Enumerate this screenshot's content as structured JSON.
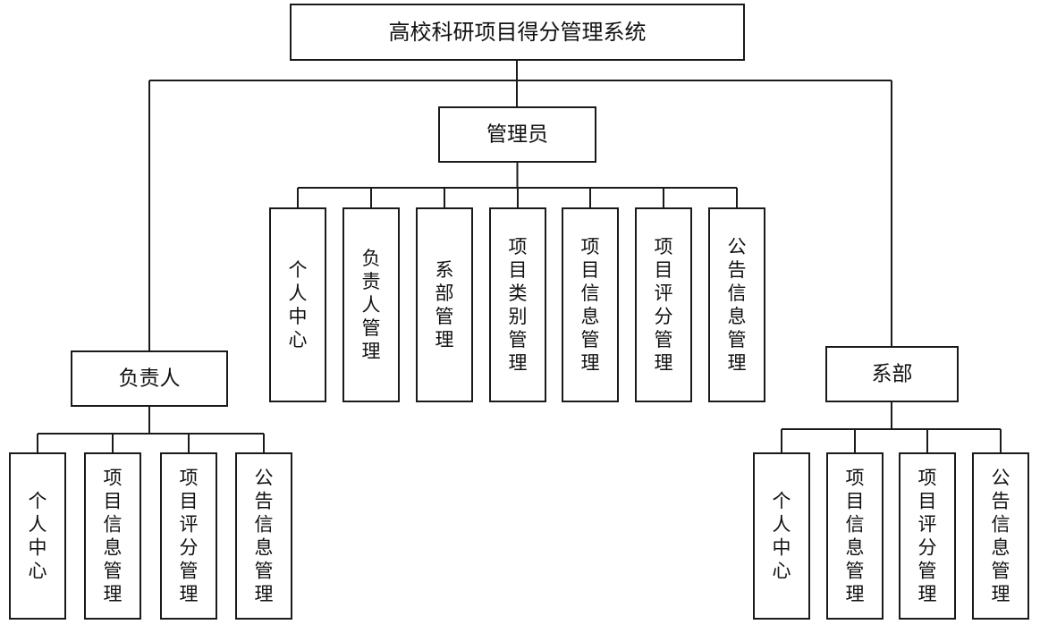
{
  "diagram": {
    "title": "高校科研项目得分管理系统",
    "roles": [
      {
        "id": "admin",
        "label": "管理员",
        "modules": [
          "个人中心",
          "负责人管理",
          "系部管理",
          "项目类别管理",
          "项目信息管理",
          "项目评分管理",
          "公告信息管理"
        ]
      },
      {
        "id": "leader",
        "label": "负责人",
        "modules": [
          "个人中心",
          "项目信息管理",
          "项目评分管理",
          "公告信息管理"
        ]
      },
      {
        "id": "department",
        "label": "系部",
        "modules": [
          "个人中心",
          "项目信息管理",
          "项目评分管理",
          "公告信息管理"
        ]
      }
    ]
  }
}
